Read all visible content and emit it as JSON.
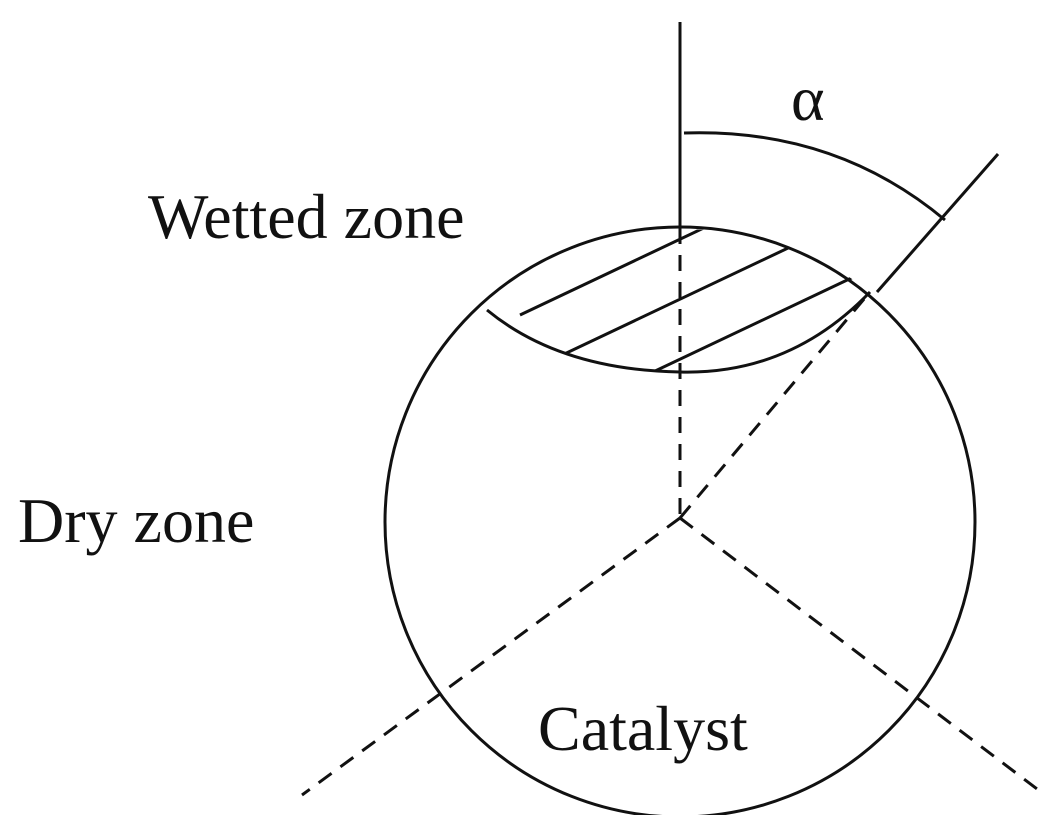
{
  "labels": {
    "angle": "α",
    "wetted_zone": "Wetted zone",
    "dry_zone": "Dry zone",
    "catalyst": "Catalyst"
  },
  "colors": {
    "stroke": "#111111",
    "background": "#ffffff"
  }
}
